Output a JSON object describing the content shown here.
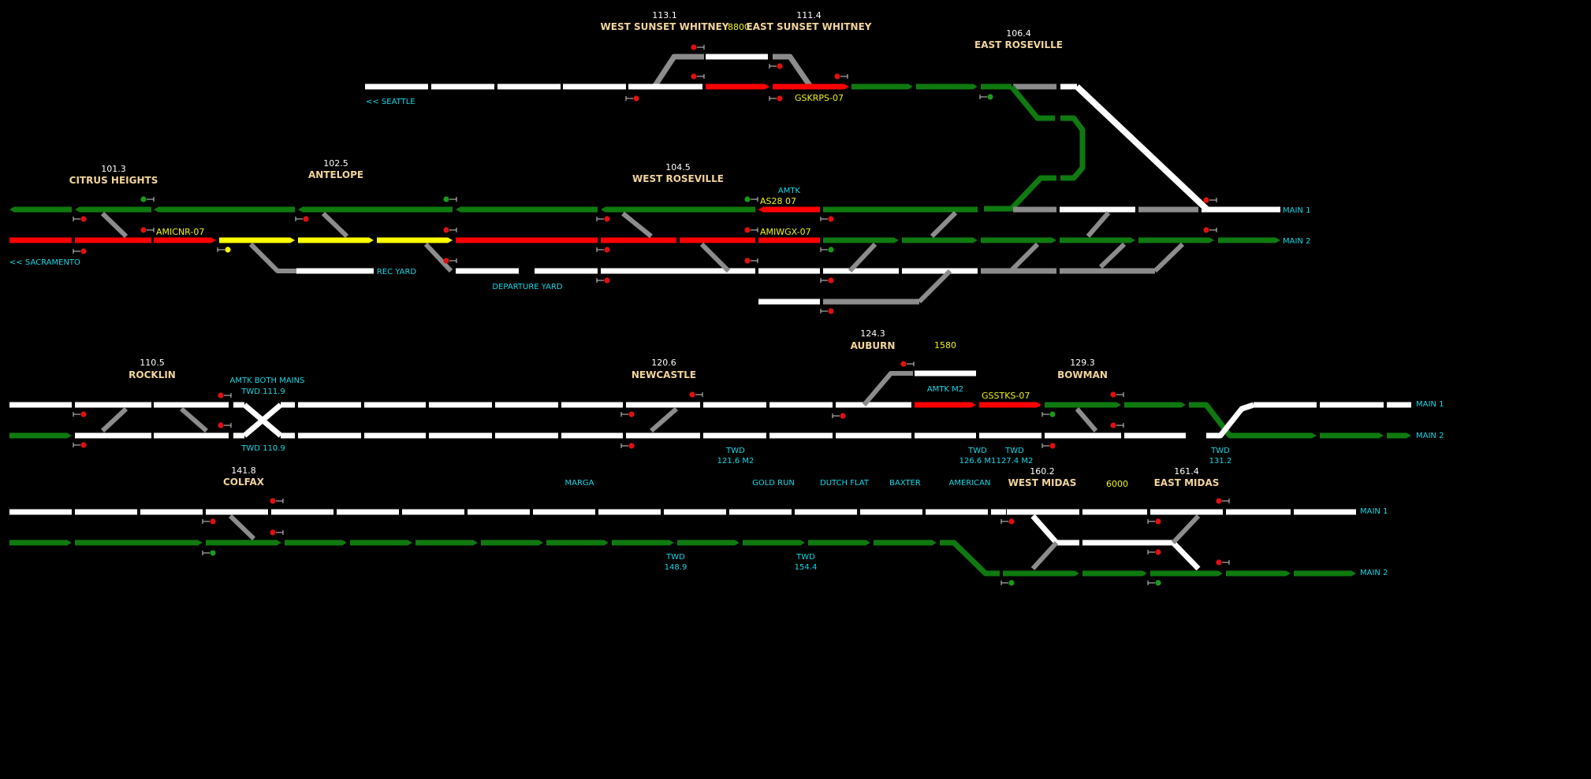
{
  "colors": {
    "background": "#000000",
    "unoccupied": "#ffffff",
    "occupied": "#ff0000",
    "routed": "#0f7a0f",
    "flagged": "#ffff00",
    "switch_off": "#8c8c8c",
    "station_label": "#f2d49b",
    "info_label": "#19d7e6",
    "train_label": "#f2f21a",
    "signal_red": "#e01010",
    "signal_green": "#1a9a1a"
  },
  "stations": {
    "west_sunset_whitney": {
      "mp": "113.1",
      "name": "WEST SUNSET WHITNEY"
    },
    "east_sunset_whitney": {
      "mp": "111.4",
      "name": "EAST SUNSET WHITNEY"
    },
    "east_roseville": {
      "mp": "106.4",
      "name": "EAST ROSEVILLE"
    },
    "citrus_heights": {
      "mp": "101.3",
      "name": "CITRUS HEIGHTS"
    },
    "antelope": {
      "mp": "102.5",
      "name": "ANTELOPE"
    },
    "west_roseville": {
      "mp": "104.5",
      "name": "WEST ROSEVILLE"
    },
    "rocklin": {
      "mp": "110.5",
      "name": "ROCKLIN"
    },
    "newcastle": {
      "mp": "120.6",
      "name": "NEWCASTLE"
    },
    "auburn": {
      "mp": "124.3",
      "name": "AUBURN"
    },
    "bowman": {
      "mp": "129.3",
      "name": "BOWMAN"
    },
    "colfax": {
      "mp": "141.8",
      "name": "COLFAX"
    },
    "west_midas": {
      "mp": "160.2",
      "name": "WEST MIDAS"
    },
    "east_midas": {
      "mp": "161.4",
      "name": "EAST MIDAS"
    }
  },
  "trains": {
    "t8800": "8800",
    "gskrps": "GSKRPS-07",
    "amicnr": "AMICNR-07",
    "as28": "AS28 07",
    "amiwgx": "AMIWGX-07",
    "t1580": "1580",
    "gsstks": "GSSTKS-07",
    "t6000": "6000"
  },
  "labels": {
    "seattle": "<< SEATTLE",
    "sacramento": "<< SACRAMENTO",
    "amtk": "AMTK",
    "rec_yard": "REC YARD",
    "departure_yard": "DEPARTURE YARD",
    "amtk_both_mains": "AMTK BOTH MAINS",
    "twd_111_9": "TWD 111.9",
    "twd_110_9": "TWD 110.9",
    "amtk_m2": "AMTK M2",
    "twd": "TWD",
    "t121_6": "121.6 M2",
    "t126_6": "126.6 M1",
    "t127_4": "127.4 M2",
    "t131_2": "131.2",
    "t148_9": "148.9",
    "t154_4": "154.4",
    "marga": "MARGA",
    "gold_run": "GOLD RUN",
    "dutch_flat": "DUTCH FLAT",
    "baxter": "BAXTER",
    "american": "AMERICAN",
    "main1": "MAIN 1",
    "main2": "MAIN 2"
  }
}
